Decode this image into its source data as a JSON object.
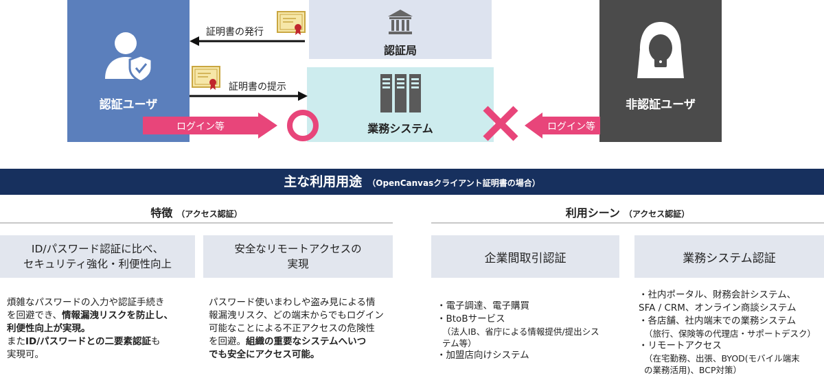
{
  "diagram": {
    "auth_user_label": "認証ユーザ",
    "ca_label": "認証局",
    "system_label": "業務システム",
    "unauth_user_label": "非認証ユーザ",
    "issue_label": "証明書の発行",
    "present_label": "証明書の提示",
    "login_left": "ログイン等",
    "login_right": "ログイン等",
    "colors": {
      "user": "#5b7fbc",
      "ca": "#dde3ef",
      "system": "#cdecee",
      "unauth": "#4b4b4b",
      "accent": "#e8457a"
    }
  },
  "banner": {
    "title": "主な利用用途",
    "subtitle": "（OpenCanvasクライアント証明書の場合）"
  },
  "features": {
    "title": "特徴",
    "subtitle": "（アクセス認証）",
    "items": [
      {
        "box_line1": "ID/パスワード認証に比べ、",
        "box_line2": "セキュリティ強化・利便性向上",
        "desc": [
          {
            "t": "煩雑なパスワードの入力や認証手続き",
            "b": false
          },
          {
            "t": "を回避でき、",
            "b": false
          },
          {
            "t": "情報漏洩リスクを防止し、",
            "b": true
          },
          {
            "t": "利便性向上が実現。",
            "b": true
          },
          {
            "t": "また",
            "b": false
          },
          {
            "t": "ID/パスワードとの二要素認証",
            "b": true
          },
          {
            "t": "も",
            "b": false
          },
          {
            "t": "実現可。",
            "b": false
          }
        ]
      },
      {
        "box_line1": "安全なリモートアクセスの",
        "box_line2": "実現",
        "desc": [
          {
            "t": "パスワード使いまわしや盗み見による情",
            "b": false
          },
          {
            "t": "報漏洩リスク、どの端末からでもログイン",
            "b": false
          },
          {
            "t": "可能なことによる不正アクセスの危険性",
            "b": false
          },
          {
            "t": "を回避。",
            "b": false
          },
          {
            "t": "組織の重要なシステムへいつ",
            "b": true
          },
          {
            "t": "でも安全にアクセス可能。",
            "b": true
          }
        ]
      }
    ]
  },
  "scenes": {
    "title": "利用シーン",
    "subtitle": "（アクセス認証）",
    "items": [
      {
        "box": "企業間取引認証",
        "list": [
          {
            "t": "・電子調達、電子購買",
            "sub": false
          },
          {
            "t": "・BtoBサービス",
            "sub": false
          },
          {
            "t": "（法人IB、省庁による情報提供/提出シス",
            "sub": true
          },
          {
            "t": "テム等）",
            "sub": true
          },
          {
            "t": "・加盟店向けシステム",
            "sub": false
          }
        ]
      },
      {
        "box": "業務システム認証",
        "list": [
          {
            "t": "・社内ポータル、財務会計システム、",
            "sub": false
          },
          {
            "t": "SFA / CRM、オンライン商談システム",
            "sub": false
          },
          {
            "t": "・各店舗、社内端末での業務システム",
            "sub": false
          },
          {
            "t": "（旅行、保険等の代理店・サポートデスク）",
            "sub": true
          },
          {
            "t": "・リモートアクセス",
            "sub": false
          },
          {
            "t": "（在宅勤務、出張、BYOD(モバイル端末",
            "sub": true
          },
          {
            "t": "の業務活用)、BCP対策）",
            "sub": true
          }
        ]
      }
    ]
  }
}
